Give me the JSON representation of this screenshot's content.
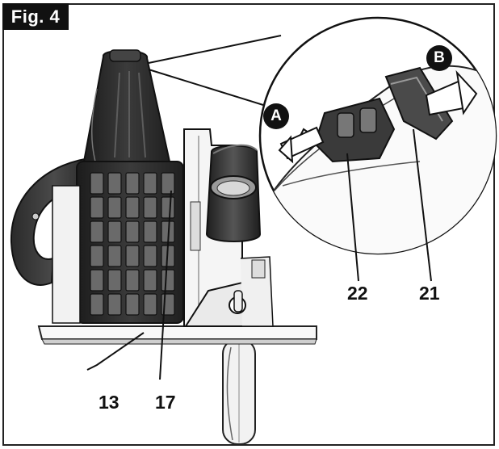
{
  "figure": {
    "tag": "Fig. 4"
  },
  "callouts": {
    "c13": "13",
    "c17": "17",
    "c21": "21",
    "c22": "22"
  },
  "detail_markers": {
    "a": "A",
    "b": "B"
  },
  "colors": {
    "ink": "#111111",
    "body_dark": "#2a2a2a",
    "body_mid": "#5a5a5a",
    "body_light": "#bdbdbd",
    "paper": "#ffffff"
  }
}
